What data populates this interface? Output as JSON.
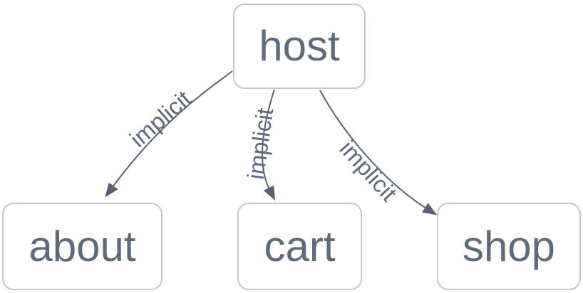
{
  "diagram": {
    "type": "graph",
    "orientation": "top-down",
    "nodes": [
      {
        "id": "host",
        "label": "host"
      },
      {
        "id": "about",
        "label": "about"
      },
      {
        "id": "cart",
        "label": "cart"
      },
      {
        "id": "shop",
        "label": "shop"
      }
    ],
    "edges": [
      {
        "from": "host",
        "to": "about",
        "label": "implicit",
        "arrow": "filled-triangle"
      },
      {
        "from": "host",
        "to": "cart",
        "label": "implicit",
        "arrow": "filled-triangle"
      },
      {
        "from": "host",
        "to": "shop",
        "label": "implicit",
        "arrow": "filled-triangle"
      }
    ]
  },
  "colors": {
    "background": "#ffffff",
    "node_fill": "#ffffff",
    "node_border": "#c6c6ca",
    "node_text": "#5f6a7a",
    "edge_stroke": "#586274",
    "edge_label_text": "#5f6a7a"
  }
}
